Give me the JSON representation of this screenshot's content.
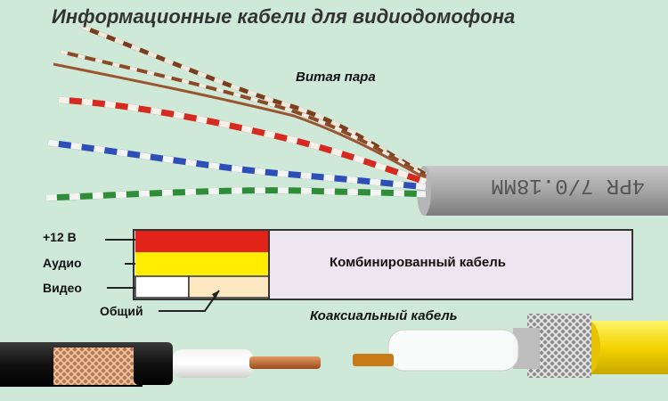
{
  "title": "Информационные кабели для видиодомофона",
  "labels": {
    "twisted_pair": "Витая пара",
    "combined_cable": "Комбинированный кабель",
    "plus12v": "+12 В",
    "audio": "Аудио",
    "video": "Видео",
    "common": "Общий",
    "coax": "Коаксиальный кабель"
  },
  "cable_print": "4PR 7/0.18MM",
  "colors": {
    "background": "#cfe9d8",
    "wire_red": "#e2231a",
    "wire_yellow": "#ffed00",
    "wire_white": "#ffffff",
    "wire_cream": "#fbe8c0",
    "sheath": "#ece6f0",
    "twisted_pair_jacket": "#a9a9a9",
    "coax_yellow_jacket": "#f2d400",
    "copper": "#c8733c"
  }
}
